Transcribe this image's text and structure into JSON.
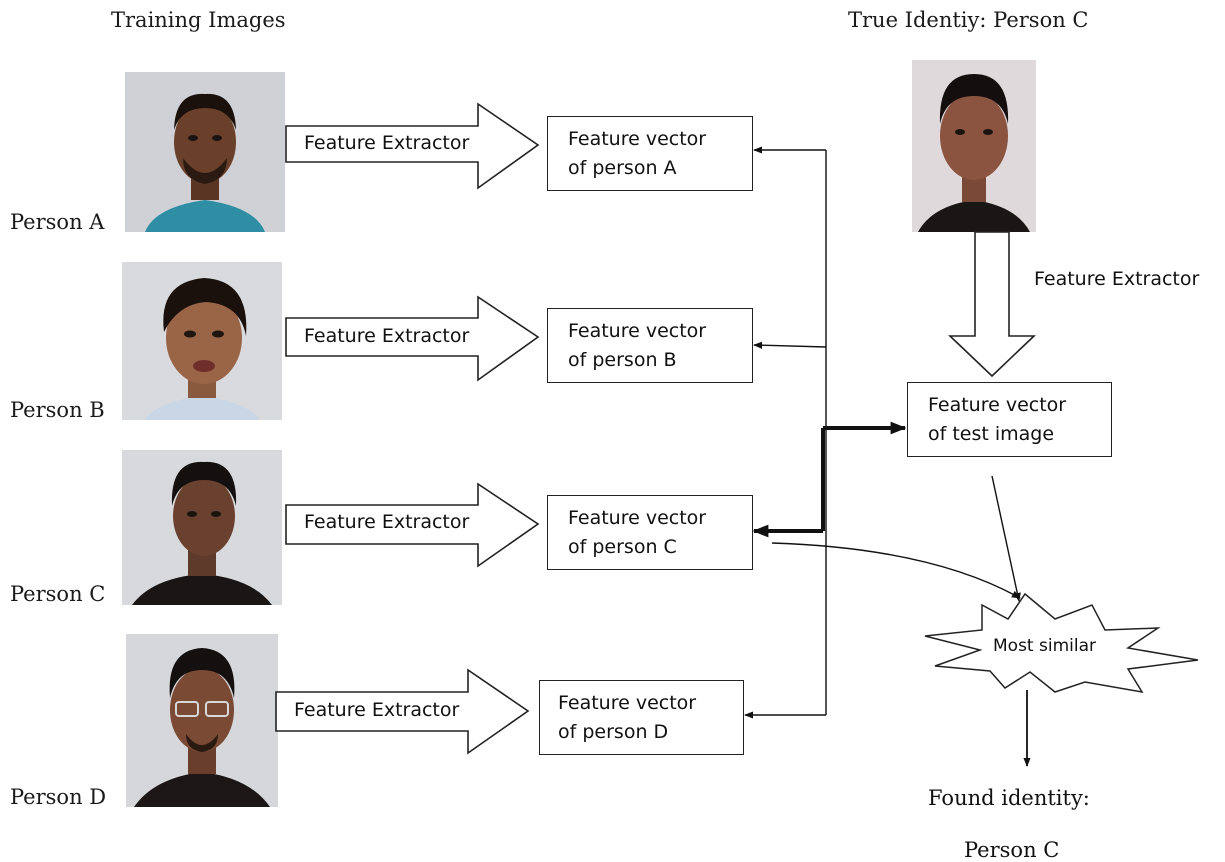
{
  "headings": {
    "training": "Training Images",
    "true_identity": "True Identiy: Person C"
  },
  "persons": [
    {
      "label": "Person A",
      "extractor": "Feature Extractor",
      "vector_line1": "Feature vector",
      "vector_line2": "of person A"
    },
    {
      "label": "Person B",
      "extractor": "Feature Extractor",
      "vector_line1": "Feature vector",
      "vector_line2": "of person B"
    },
    {
      "label": "Person C",
      "extractor": "Feature Extractor",
      "vector_line1": "Feature vector",
      "vector_line2": "of person C"
    },
    {
      "label": "Person D",
      "extractor": "Feature Extractor",
      "vector_line1": "Feature vector",
      "vector_line2": "of person D"
    }
  ],
  "test": {
    "extractor": "Feature Extractor",
    "vector_line1": "Feature vector",
    "vector_line2": "of test image"
  },
  "result": {
    "most_similar": "Most similar",
    "found_label": "Found identity:",
    "found_value": "Person C"
  }
}
